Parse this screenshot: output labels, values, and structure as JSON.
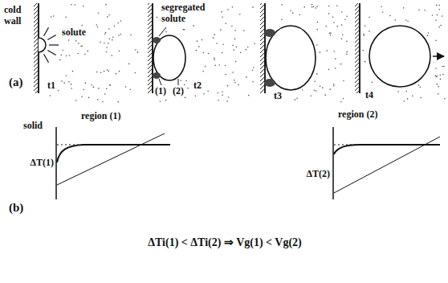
{
  "diagram": {
    "labels": [
      "cold wall",
      "solute",
      "t1",
      "segregated solute",
      "(1)",
      "(2)",
      "t2",
      "t3",
      "t4",
      "(a)",
      "solid",
      "region (1)",
      "ΔT(1)",
      "region (2)",
      "ΔT(2)",
      "(b)",
      "ΔTi(1) < ΔTi(2) ⇒ Vg(1) < Vg(2)"
    ]
  }
}
